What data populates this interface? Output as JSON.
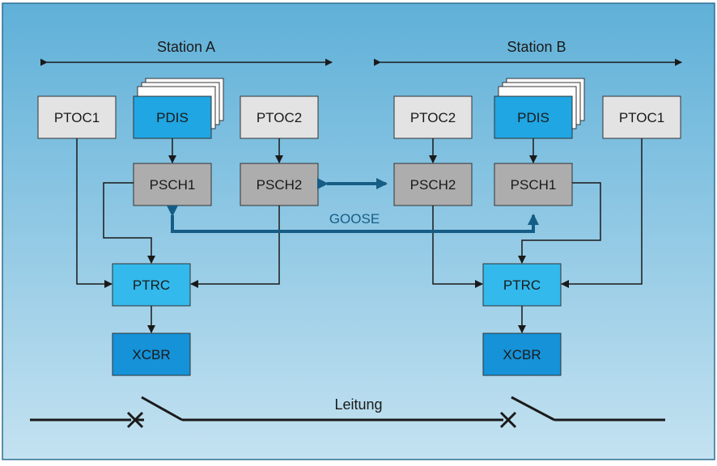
{
  "stations": {
    "a_label": "Station A",
    "b_label": "Station B"
  },
  "blocks": {
    "a_ptoc1": "PTOC1",
    "a_pdis": "PDIS",
    "a_ptoc2": "PTOC2",
    "a_psch1": "PSCH1",
    "a_psch2": "PSCH2",
    "a_ptrc": "PTRC",
    "a_xcbr": "XCBR",
    "b_ptoc2": "PTOC2",
    "b_pdis": "PDIS",
    "b_ptoc1": "PTOC1",
    "b_psch2": "PSCH2",
    "b_psch1": "PSCH1",
    "b_ptrc": "PTRC",
    "b_xcbr": "XCBR"
  },
  "goose_label": "GOOSE",
  "line_label": "Leitung",
  "colors": {
    "background_top": "#5fb0d8",
    "background_bottom": "#c4e2f1",
    "frame": "#2f6f92",
    "block_gray": "#e3e3e3",
    "block_psch": "#adadad",
    "block_pdis": "#20a6e2",
    "block_ptrc": "#33b9ec",
    "block_xcbr": "#1592d8",
    "goose_blue": "#165d86",
    "arrow_dark": "#1a1a1a"
  }
}
